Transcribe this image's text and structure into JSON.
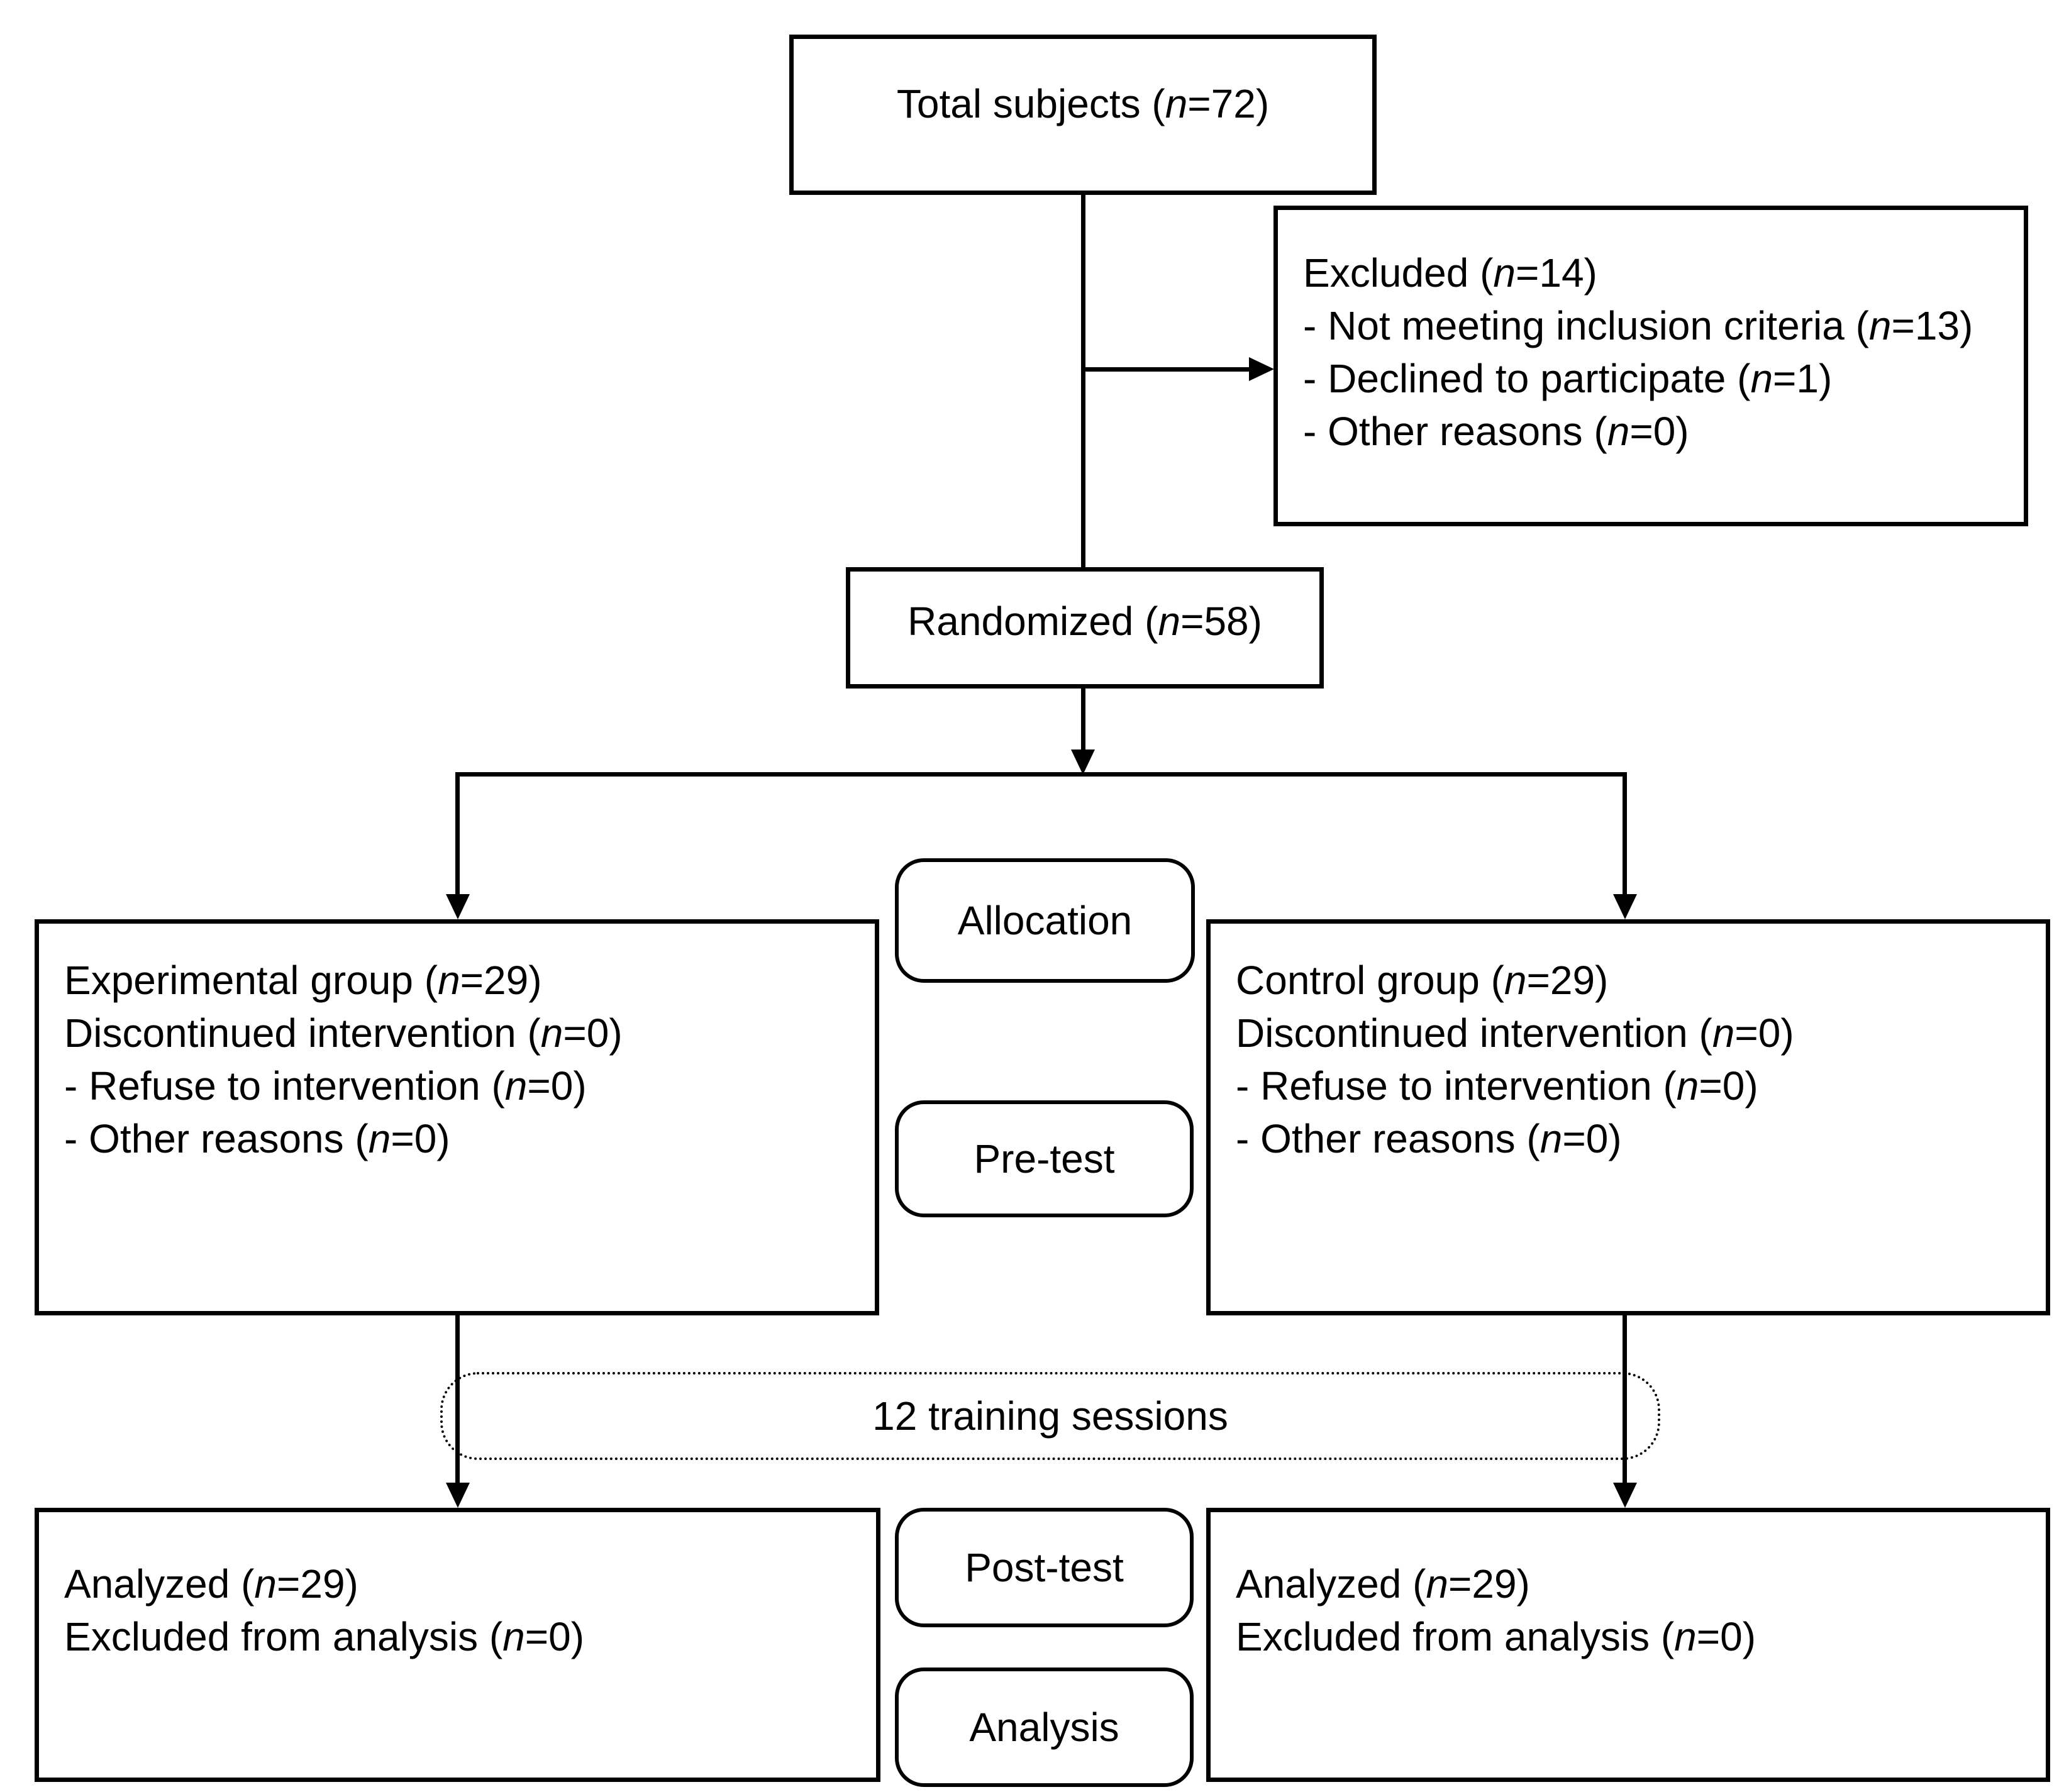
{
  "flow": {
    "total": {
      "pre": "Total subjects (",
      "n": "n",
      "post": "=72)"
    },
    "excluded": {
      "lines": [
        {
          "pre": "Excluded (",
          "n": "n",
          "post": "=14)"
        },
        {
          "pre": "- Not meeting inclusion criteria (",
          "n": "n",
          "post": "=13)"
        },
        {
          "pre": "- Declined to participate (",
          "n": "n",
          "post": "=1)"
        },
        {
          "pre": "- Other reasons (",
          "n": "n",
          "post": "=0)"
        }
      ]
    },
    "randomized": {
      "pre": "Randomized (",
      "n": "n",
      "post": "=58)"
    },
    "experimental": {
      "lines": [
        {
          "pre": "Experimental group (",
          "n": "n",
          "post": "=29)"
        },
        {
          "pre": "Discontinued intervention (",
          "n": "n",
          "post": "=0)"
        },
        {
          "pre": "- Refuse to intervention (",
          "n": "n",
          "post": "=0)"
        },
        {
          "pre": "- Other reasons (",
          "n": "n",
          "post": "=0)"
        }
      ]
    },
    "control": {
      "lines": [
        {
          "pre": "Control group (",
          "n": "n",
          "post": "=29)"
        },
        {
          "pre": "Discontinued intervention (",
          "n": "n",
          "post": "=0)"
        },
        {
          "pre": "- Refuse to intervention (",
          "n": "n",
          "post": "=0)"
        },
        {
          "pre": "- Other reasons (",
          "n": "n",
          "post": "=0)"
        }
      ]
    },
    "analyzed_left": {
      "lines": [
        {
          "pre": "Analyzed (",
          "n": "n",
          "post": "=29)"
        },
        {
          "pre": "Excluded from analysis (",
          "n": "n",
          "post": "=0)"
        }
      ]
    },
    "analyzed_right": {
      "lines": [
        {
          "pre": "Analyzed (",
          "n": "n",
          "post": "=29)"
        },
        {
          "pre": "Excluded from analysis (",
          "n": "n",
          "post": "=0)"
        }
      ]
    }
  },
  "labels": {
    "allocation": "Allocation",
    "pretest": "Pre-test",
    "training": "12 training sessions",
    "posttest": "Post-test",
    "analysis": "Analysis"
  },
  "colors": {
    "line": "#000000",
    "background": "#ffffff"
  }
}
